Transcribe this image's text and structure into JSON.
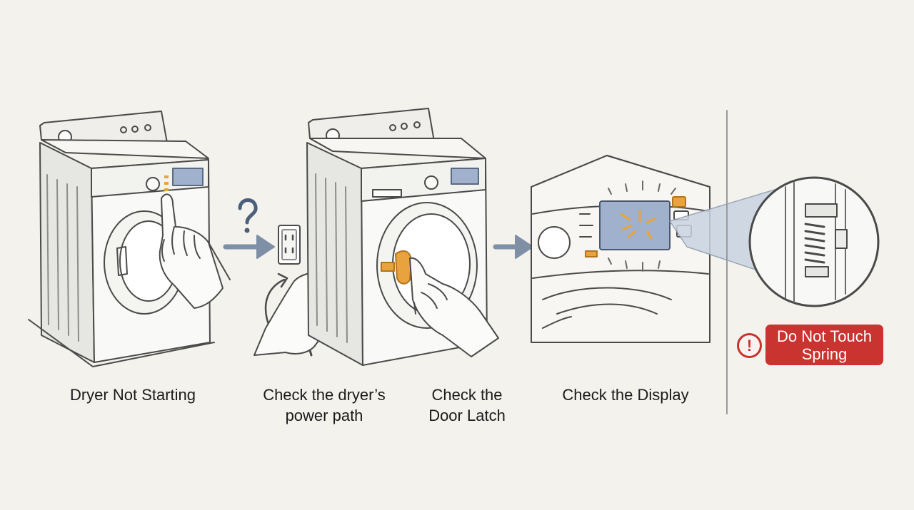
{
  "steps": [
    {
      "lines": [
        "Dryer Not Starting"
      ],
      "icon": "pressing-start-button-icon"
    },
    {
      "lines": [
        "Check the dryer’s",
        "power path"
      ],
      "icon": "power-plug-icon"
    },
    {
      "lines": [
        "Check the",
        "Door Latch"
      ],
      "icon": "door-latch-icon"
    },
    {
      "lines": [
        "Check the Display"
      ],
      "icon": "display-panel-icon"
    }
  ],
  "warning": {
    "label_line1": "Do Not Touch",
    "label_line2": "Spring",
    "icon": "exclamation-circle-icon"
  },
  "colors": {
    "background": "#f3f2ed",
    "line_art": "#4a4a4a",
    "accent_orange": "#e9a33e",
    "arrow_blue": "#7e8fa6",
    "warning_red": "#c93330"
  }
}
